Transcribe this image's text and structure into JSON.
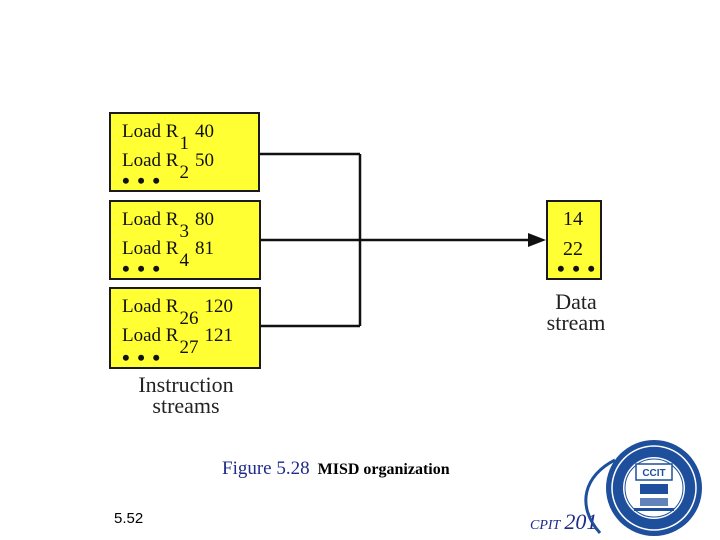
{
  "streams": [
    {
      "lines": [
        {
          "prefix": "Load R",
          "sub": "1",
          "value": "40"
        },
        {
          "prefix": "Load R",
          "sub": "2",
          "value": "50"
        }
      ],
      "dots": "• • •"
    },
    {
      "lines": [
        {
          "prefix": "Load R",
          "sub": "3",
          "value": "80"
        },
        {
          "prefix": "Load R",
          "sub": "4",
          "value": "81"
        }
      ],
      "dots": "• • •"
    },
    {
      "lines": [
        {
          "prefix": "Load R",
          "sub": "26",
          "value": "120"
        },
        {
          "prefix": "Load R",
          "sub": "27",
          "value": "121"
        }
      ],
      "dots": "• • •"
    }
  ],
  "instruction_label": [
    "Instruction",
    "streams"
  ],
  "data_stream": {
    "values": [
      "14",
      "22"
    ],
    "dots": "• • •",
    "label": [
      "Data",
      "stream"
    ]
  },
  "caption": {
    "figure": "Figure 5.28",
    "title": "MISD organization"
  },
  "footer": {
    "slide_number": "5.52",
    "course_prefix": "CPIT",
    "course_number": "201"
  },
  "colors": {
    "box_fill": "#ffff33",
    "caption_blue": "#1f2a8a",
    "logo_blue": "#1e4f9c"
  },
  "logo": {
    "text": "CCIT"
  }
}
